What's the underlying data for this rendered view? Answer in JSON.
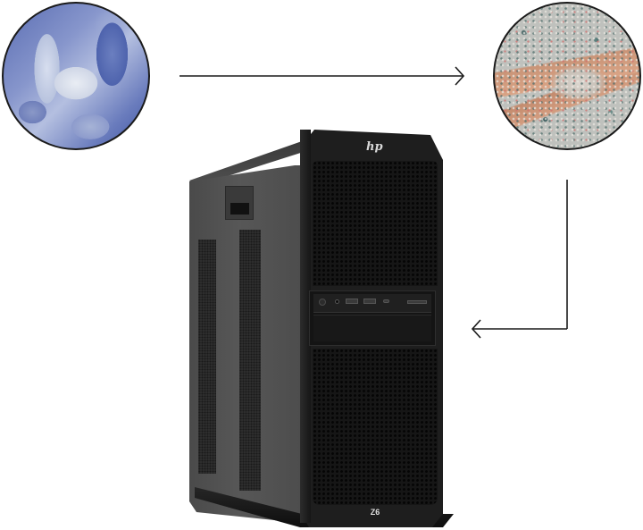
{
  "diagram": {
    "type": "recycling-cycle",
    "nodes": [
      {
        "id": "plastic-bottles",
        "label": "Plastic bottles",
        "shape": "circle-photo",
        "position": "top-left"
      },
      {
        "id": "recycled-pellets",
        "label": "Recycled plastic pellets in hand",
        "shape": "circle-photo",
        "position": "top-right"
      },
      {
        "id": "workstation",
        "label": "HP Z6 workstation tower",
        "shape": "product-photo",
        "position": "center"
      }
    ],
    "edges": [
      {
        "from": "plastic-bottles",
        "to": "recycled-pellets",
        "direction": "right"
      },
      {
        "from": "recycled-pellets",
        "to": "workstation",
        "direction": "down-then-left"
      }
    ],
    "colors": {
      "arrow": "#1a1a1a",
      "background": "#ffffff",
      "tower_front": "#1e1e1e",
      "tower_side": "#505050"
    }
  },
  "product": {
    "brand_logo": "hp",
    "model_badge": "Z6"
  }
}
